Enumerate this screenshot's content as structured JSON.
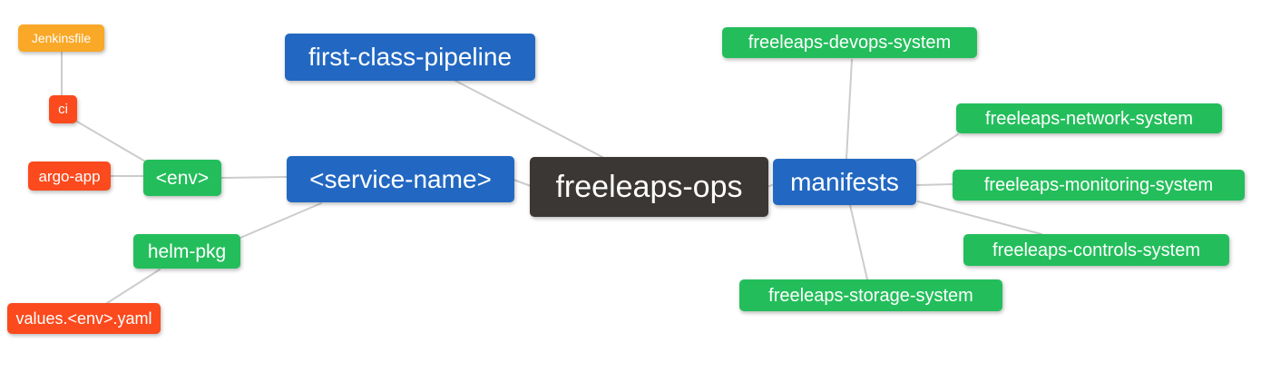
{
  "palette": {
    "blue": "#2268C2",
    "green": "#23BE5B",
    "red": "#FB4A1D",
    "amber": "#FAA827",
    "dark": "#3B3734",
    "edge_gray": "#CCCCCC",
    "text": "#FFFFFF",
    "background": "#FFFFFF"
  },
  "nodes": {
    "jenkinsfile": {
      "label": "Jenkinsfile"
    },
    "ci": {
      "label": "ci"
    },
    "argo_app": {
      "label": "argo-app"
    },
    "env": {
      "label": "<env>"
    },
    "helm_pkg": {
      "label": "helm-pkg"
    },
    "values_env_yaml": {
      "label": "values.<env>.yaml"
    },
    "first_class_pipeline": {
      "label": "first-class-pipeline"
    },
    "service_name": {
      "label": "<service-name>"
    },
    "freeleaps_ops": {
      "label": "freeleaps-ops"
    },
    "manifests": {
      "label": "manifests"
    },
    "devops_system": {
      "label": "freeleaps-devops-system"
    },
    "network_system": {
      "label": "freeleaps-network-system"
    },
    "monitoring_system": {
      "label": "freeleaps-monitoring-system"
    },
    "controls_system": {
      "label": "freeleaps-controls-system"
    },
    "storage_system": {
      "label": "freeleaps-storage-system"
    }
  },
  "edges": [
    {
      "from": "jenkinsfile",
      "to": "ci"
    },
    {
      "from": "ci",
      "to": "env"
    },
    {
      "from": "argo_app",
      "to": "env"
    },
    {
      "from": "env",
      "to": "service_name"
    },
    {
      "from": "helm_pkg",
      "to": "service_name"
    },
    {
      "from": "values_env_yaml",
      "to": "helm_pkg"
    },
    {
      "from": "first_class_pipeline",
      "to": "freeleaps_ops"
    },
    {
      "from": "service_name",
      "to": "freeleaps_ops"
    },
    {
      "from": "freeleaps_ops",
      "to": "manifests"
    },
    {
      "from": "manifests",
      "to": "devops_system"
    },
    {
      "from": "manifests",
      "to": "network_system"
    },
    {
      "from": "manifests",
      "to": "monitoring_system"
    },
    {
      "from": "manifests",
      "to": "controls_system"
    },
    {
      "from": "manifests",
      "to": "storage_system"
    }
  ]
}
